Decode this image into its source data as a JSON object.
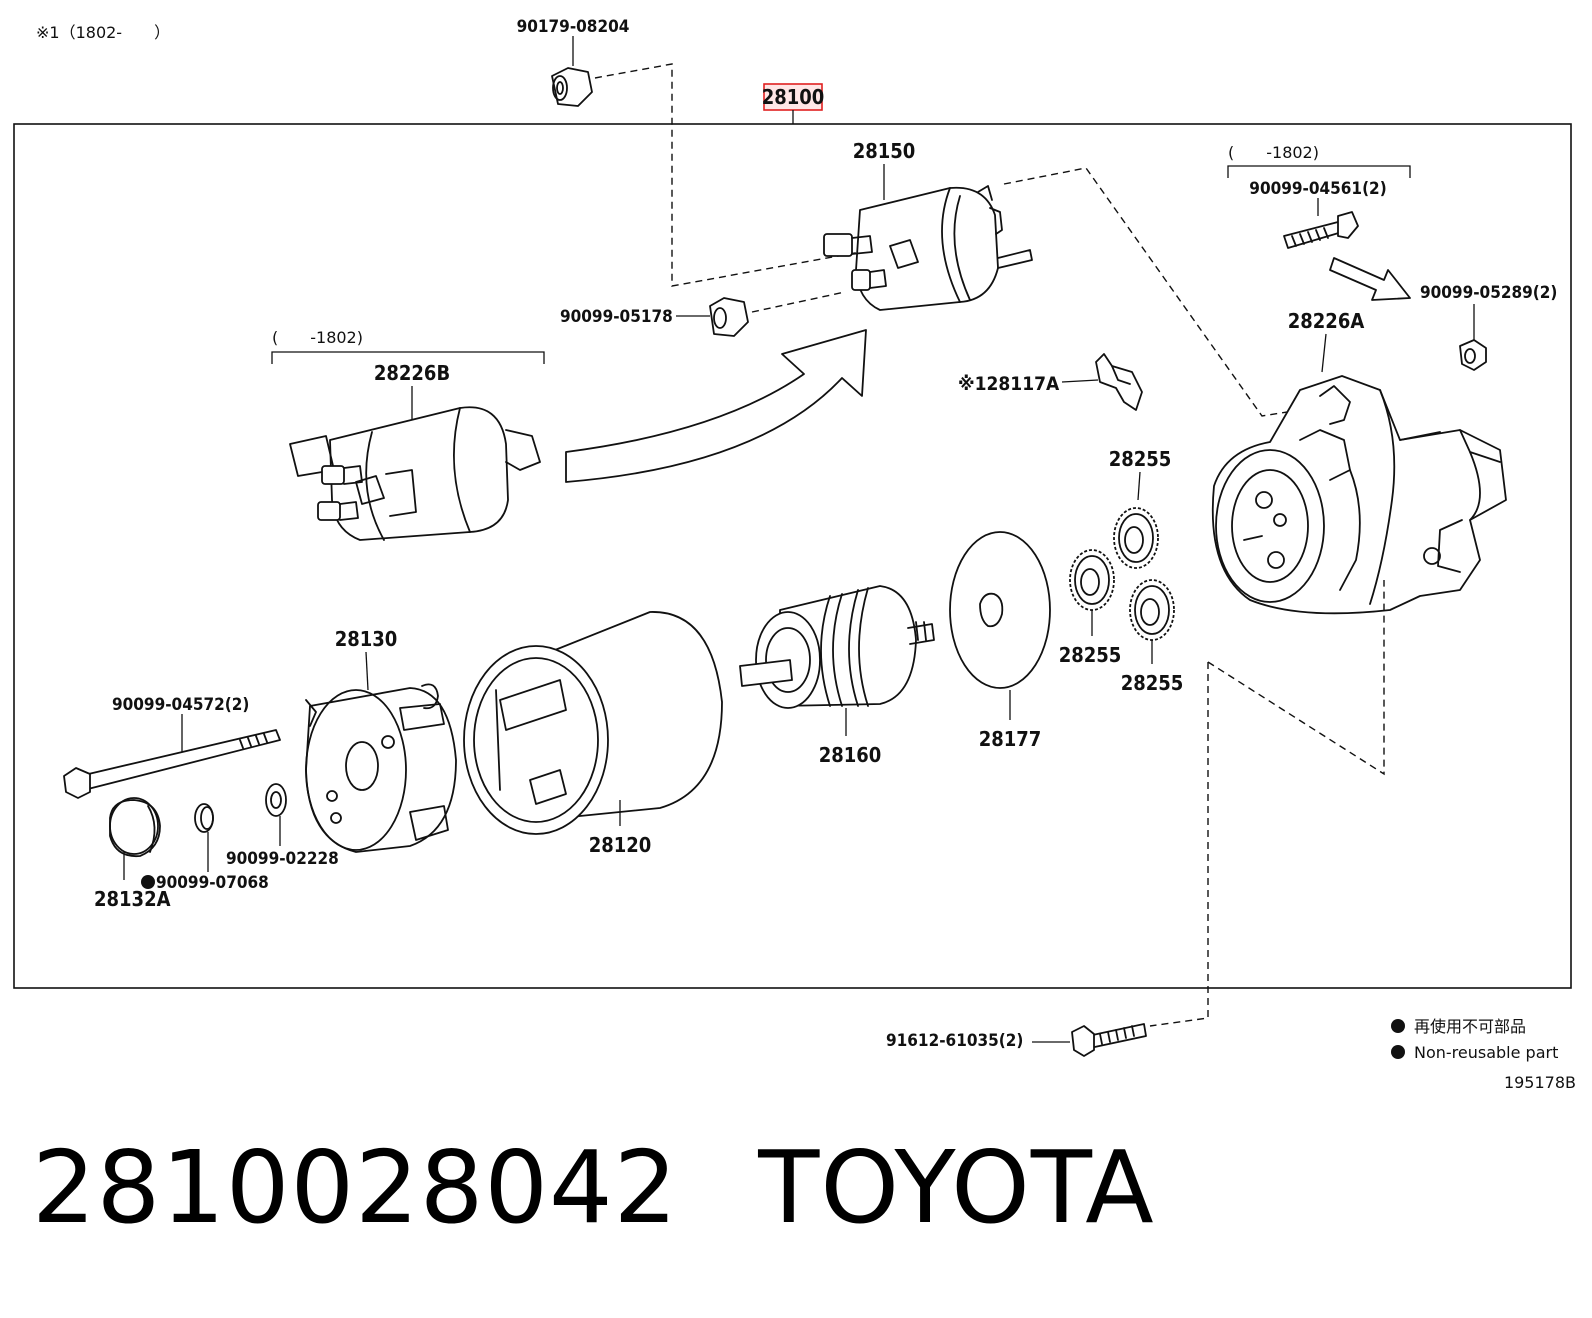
{
  "note_top": "※1（1802-　　）",
  "assembly_number": "28100",
  "range_upper_right": "(　　-1802)",
  "range_left": "(　　-1802)",
  "labels": {
    "nut_top": "90179-08204",
    "switch": "28150",
    "nut_switch": "90099-05178",
    "switch_old": "28226B",
    "lever": "※128117A",
    "bolt_upper_right": "90099-04561(2)",
    "nut_right": "90099-05289(2)",
    "housing": "28226A",
    "gear_top": "28255",
    "gear_left": "28255",
    "gear_right": "28255",
    "plate": "28177",
    "armature": "28160",
    "yoke": "28120",
    "end_frame": "28130",
    "through_bolt": "90099-04572(2)",
    "cap": "28132A",
    "snap_ring": "90099-07068",
    "washer": "90099-02228",
    "mount_bolt": "91612-61035(2)"
  },
  "legend": {
    "jp": "再使用不可部品",
    "en": "Non-reusable part"
  },
  "diagram_id": "195178B",
  "footer": {
    "part_number": "2810028042",
    "brand": "TOYOTA"
  }
}
